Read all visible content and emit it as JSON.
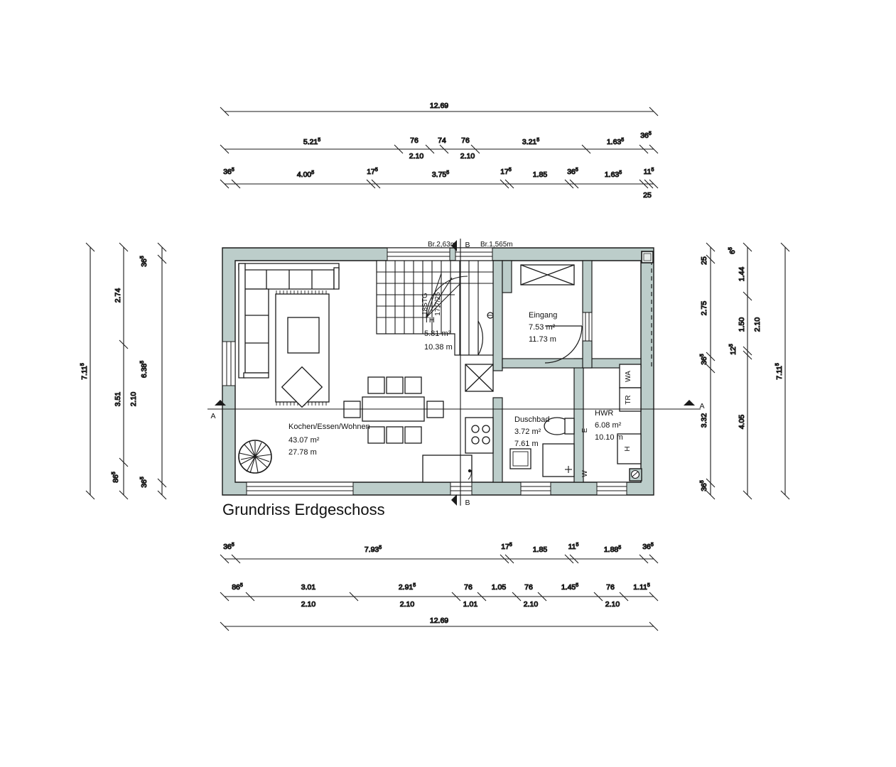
{
  "drawing": {
    "title": "Grundriss Erdgeschoss",
    "wall_fill": "#bccdca",
    "line_color": "#1a1a1a",
    "background": "#ffffff"
  },
  "rooms": [
    {
      "id": "living",
      "name": "Kochen/Essen/Wohnen",
      "area": "43.07 m²",
      "perimeter": "27.78 m"
    },
    {
      "id": "hall",
      "name": "TH",
      "area": "5.81 m²",
      "perimeter": "10.38 m"
    },
    {
      "id": "entrance",
      "name": "Eingang",
      "area": "7.53 m²",
      "perimeter": "11.73 m"
    },
    {
      "id": "bath",
      "name": "Duschbad",
      "area": "3.72 m²",
      "perimeter": "7.61 m"
    },
    {
      "id": "utility",
      "name": "HWR",
      "area": "6.08 m²",
      "perimeter": "10.10 m"
    }
  ],
  "stairs": {
    "steps_label": "18STG",
    "riser_tread": "17,7/25"
  },
  "openings": [
    {
      "id": "opening-b-left",
      "label": "Br.2,63m"
    },
    {
      "id": "opening-b-right",
      "label": "Br.1,565m"
    }
  ],
  "section_markers": [
    {
      "id": "section-a-left",
      "label": "A"
    },
    {
      "id": "section-a-right",
      "label": "A"
    },
    {
      "id": "section-b-top",
      "label": "B"
    },
    {
      "id": "section-b-bottom",
      "label": "B"
    }
  ],
  "appliances": [
    {
      "id": "washing-machine",
      "label": "WA"
    },
    {
      "id": "dryer",
      "label": "TR"
    },
    {
      "id": "heater",
      "label": "H"
    },
    {
      "id": "water-connection",
      "label": "W"
    },
    {
      "id": "electric-panel",
      "label": "E"
    }
  ],
  "dimensions": {
    "top": [
      {
        "id": "top-chain-1",
        "segments": [
          {
            "main": "12.69"
          }
        ]
      },
      {
        "id": "top-chain-2",
        "segments": [
          {
            "main": "5.21",
            "sup": "5"
          },
          {
            "main": "76",
            "sub": "2.10"
          },
          {
            "main": "74"
          },
          {
            "main": "76",
            "sub": "2.10"
          },
          {
            "main": "3.21",
            "sup": "5"
          },
          {
            "main": "1.63",
            "sup": "5"
          },
          {
            "main": "36",
            "sup": "5"
          }
        ]
      },
      {
        "id": "top-chain-3",
        "segments": [
          {
            "main": "36",
            "sup": "5"
          },
          {
            "main": "4.00",
            "sup": "5"
          },
          {
            "main": "17",
            "sup": "5"
          },
          {
            "main": "3.75",
            "sup": "5"
          },
          {
            "main": "17",
            "sup": "5"
          },
          {
            "main": "1.85"
          },
          {
            "main": "36",
            "sup": "5"
          },
          {
            "main": "1.63",
            "sup": "5"
          },
          {
            "main": "11",
            "sup": "5",
            "sub": "25"
          }
        ]
      }
    ],
    "bottom": [
      {
        "id": "bottom-chain-1",
        "segments": [
          {
            "main": "36",
            "sup": "5"
          },
          {
            "main": "7.93",
            "sup": "5"
          },
          {
            "main": "17",
            "sup": "5"
          },
          {
            "main": "1.85"
          },
          {
            "main": "11",
            "sup": "5"
          },
          {
            "main": "1.88",
            "sup": "5"
          },
          {
            "main": "36",
            "sup": "5"
          }
        ]
      },
      {
        "id": "bottom-chain-2",
        "segments": [
          {
            "main": "86",
            "sup": "5"
          },
          {
            "main": "3.01",
            "sub": "2.10"
          },
          {
            "main": "2.91",
            "sup": "5",
            "sub": "2.10"
          },
          {
            "main": "76",
            "sub": "1.01"
          },
          {
            "main": "1.05"
          },
          {
            "main": "76",
            "sub": "2.10"
          },
          {
            "main": "1.45",
            "sup": "5"
          },
          {
            "main": "76",
            "sub": "2.10"
          },
          {
            "main": "1.11",
            "sup": "5"
          }
        ]
      },
      {
        "id": "bottom-chain-3",
        "segments": [
          {
            "main": "12.69"
          }
        ]
      }
    ],
    "left": [
      {
        "id": "left-chain-outer",
        "segments": [
          {
            "main": "7.11",
            "sup": "5"
          }
        ]
      },
      {
        "id": "left-chain-mid",
        "segments": [
          {
            "main": "2.74"
          },
          {
            "main": "3.51",
            "sub": "2.10"
          },
          {
            "main": "86",
            "sup": "5"
          }
        ]
      },
      {
        "id": "left-chain-inner",
        "segments": [
          {
            "main": "36",
            "sup": "5"
          },
          {
            "main": "6.38",
            "sup": "5"
          },
          {
            "main": "36",
            "sup": "5"
          }
        ]
      }
    ],
    "right": [
      {
        "id": "right-chain-inner",
        "segments": [
          {
            "main": "25"
          },
          {
            "main": "2.75"
          },
          {
            "main": "36",
            "sup": "5"
          },
          {
            "main": "3.32"
          },
          {
            "main": "36",
            "sup": "5"
          }
        ]
      },
      {
        "id": "right-chain-mid",
        "segments": [
          {
            "main": "6",
            "sup": "5"
          },
          {
            "main": "1.44"
          },
          {
            "main": "1.50",
            "sub": "2.10"
          },
          {
            "main": "12",
            "sup": "5"
          },
          {
            "main": "4.05"
          }
        ]
      },
      {
        "id": "right-chain-outer",
        "segments": [
          {
            "main": "7.11",
            "sup": "5"
          }
        ]
      }
    ]
  }
}
